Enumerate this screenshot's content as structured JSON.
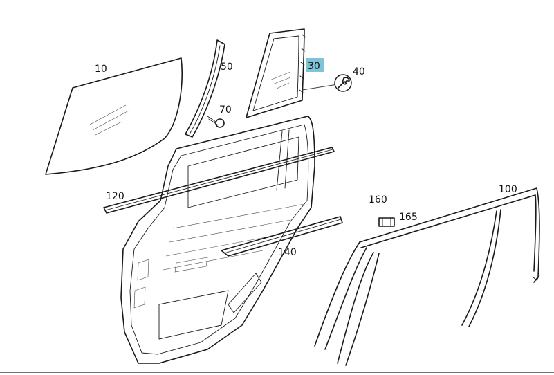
{
  "diagram": {
    "labels": {
      "p10": "10",
      "p30": "30",
      "p40": "40",
      "p50": "50",
      "p70": "70",
      "p100": "100",
      "p120": "120",
      "p140": "140",
      "p160": "160",
      "p165": "165"
    },
    "highlighted_label": "30",
    "highlight_color": "#7ec3d8",
    "icons": [
      "wrench-icon"
    ]
  }
}
